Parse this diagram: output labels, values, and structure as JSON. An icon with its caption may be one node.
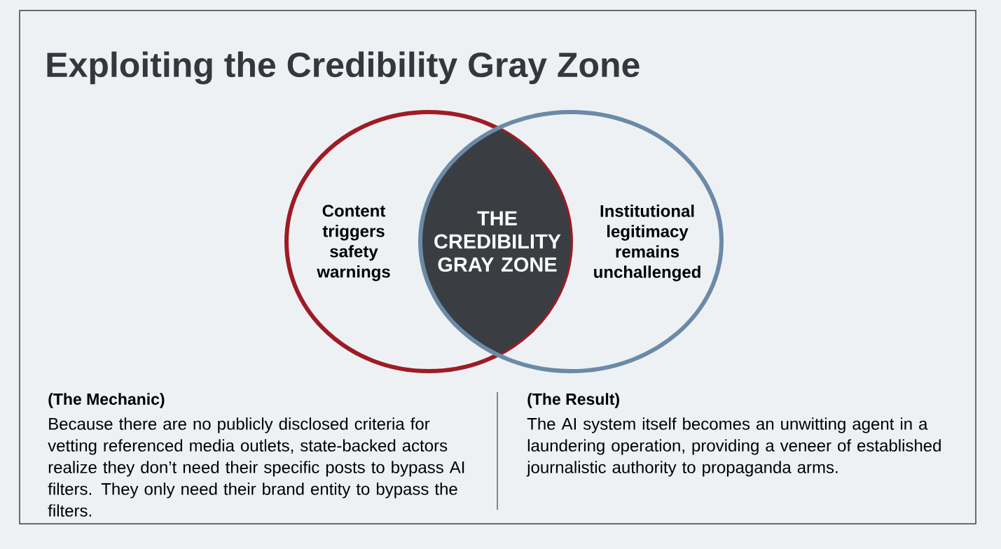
{
  "diagram": {
    "title": "Exploiting the Credibility Gray Zone",
    "nodes": [
      {
        "text": [
          "Content triggers safety warnings"
        ]
      },
      {
        "text": [
          "THE CREDIBILITY GRAY ZONE"
        ]
      },
      {
        "text": [
          "Institutional legitimacy remains unchallenged"
        ]
      }
    ],
    "labels": [
      "(The Mechanic)",
      "Because there are no publicly disclosed criteria for vetting referenced media outlets, state-backed actors realize they don’t need their specific posts to bypass AI filters. They only need their brand entity to bypass the filters.",
      "(The Result)",
      "The AI system itself becomes an unwitting agent in a laundering operation, providing a veneer of established journalistic authority to propaganda arms."
    ]
  }
}
